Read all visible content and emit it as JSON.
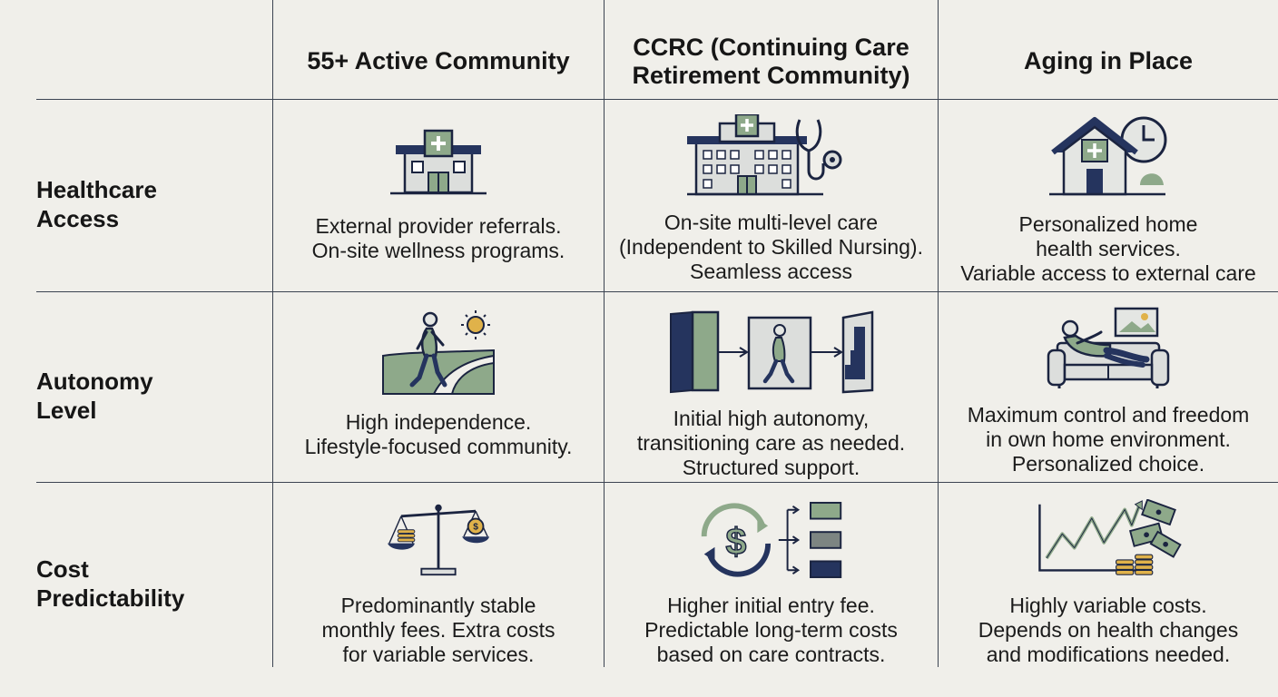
{
  "columns": [
    {
      "lines": [
        "55+ Active Community"
      ]
    },
    {
      "lines": [
        "CCRC (Continuing Care",
        "Retirement Community)"
      ]
    },
    {
      "lines": [
        "Aging in Place"
      ]
    }
  ],
  "rows": [
    {
      "lines": [
        "Healthcare",
        "Access"
      ],
      "cells": [
        {
          "icon": "clinic-building-icon",
          "lines": [
            "External provider referrals.",
            "On-site wellness programs."
          ]
        },
        {
          "icon": "hospital-stethoscope-icon",
          "lines": [
            "On-site multi-level care",
            "(Independent to Skilled Nursing).",
            "Seamless access"
          ]
        },
        {
          "icon": "home-health-clock-icon",
          "lines": [
            "Personalized home",
            "health services.",
            "Variable access to external care"
          ]
        }
      ]
    },
    {
      "lines": [
        "Autonomy",
        "Level"
      ],
      "cells": [
        {
          "icon": "person-walking-path-icon",
          "lines": [
            "High independence.",
            "Lifestyle-focused community."
          ]
        },
        {
          "icon": "care-transition-doors-icon",
          "lines": [
            "Initial high autonomy,",
            "transitioning care as needed.",
            "Structured support."
          ]
        },
        {
          "icon": "person-relaxing-sofa-icon",
          "lines": [
            "Maximum control and freedom",
            "in own home environment.",
            "Personalized choice."
          ]
        }
      ]
    },
    {
      "lines": [
        "Cost",
        "Predictability"
      ],
      "cells": [
        {
          "icon": "balance-scale-coins-icon",
          "lines": [
            "Predominantly stable",
            "monthly fees. Extra costs",
            "for variable services."
          ]
        },
        {
          "icon": "dollar-cycle-tiers-icon",
          "lines": [
            "Higher initial entry fee.",
            "Predictable long-term costs",
            "based on care contracts."
          ]
        },
        {
          "icon": "volatile-chart-money-icon",
          "lines": [
            "Highly variable costs.",
            "Depends on health changes",
            "and modifications needed."
          ]
        }
      ]
    }
  ],
  "colors": {
    "navy": "#25345e",
    "sage": "#8ea98a",
    "light": "#dcdedc",
    "gold": "#e0b24a",
    "line": "#3c4452"
  }
}
